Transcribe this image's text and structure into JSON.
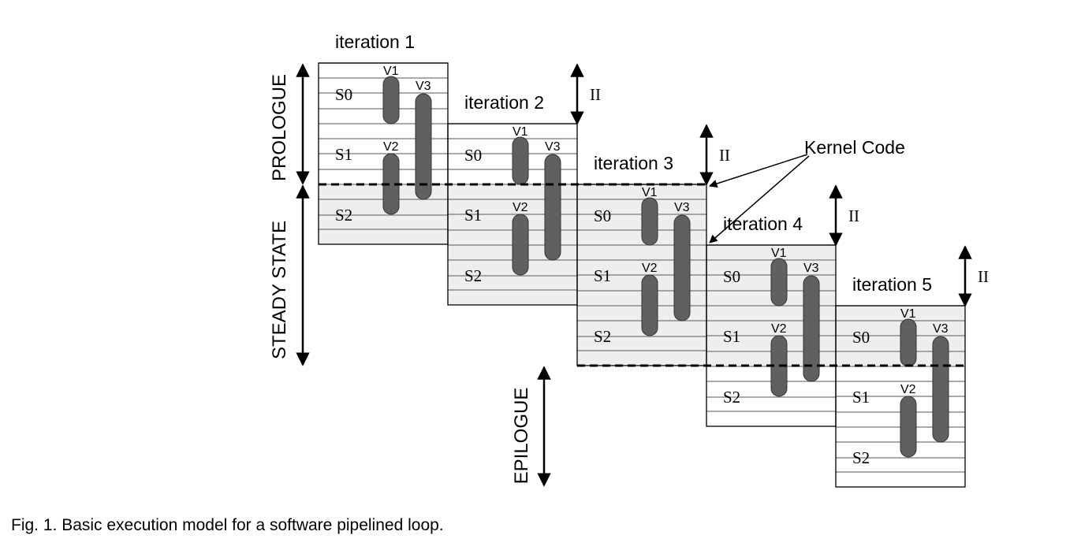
{
  "diagram": {
    "iterations": [
      {
        "title": "iteration 1",
        "stages": [
          "S0",
          "S1",
          "S2"
        ],
        "values": [
          "V1",
          "V2",
          "V3"
        ]
      },
      {
        "title": "iteration 2",
        "stages": [
          "S0",
          "S1",
          "S2"
        ],
        "values": [
          "V1",
          "V2",
          "V3"
        ]
      },
      {
        "title": "iteration 3",
        "stages": [
          "S0",
          "S1",
          "S2"
        ],
        "values": [
          "V1",
          "V2",
          "V3"
        ]
      },
      {
        "title": "iteration 4",
        "stages": [
          "S0",
          "S1",
          "S2"
        ],
        "values": [
          "V1",
          "V2",
          "V3"
        ]
      },
      {
        "title": "iteration 5",
        "stages": [
          "S0",
          "S1",
          "S2"
        ],
        "values": [
          "V1",
          "V2",
          "V3"
        ]
      }
    ],
    "ii_label": "II",
    "phases": {
      "prologue": "PROLOGUE",
      "steady_state": "STEADY STATE",
      "epilogue": "EPILOGUE"
    },
    "kernel_label": "Kernel Code"
  },
  "caption": "Fig. 1. Basic execution model for a software pipelined loop.",
  "colors": {
    "lifetime_bar": "#606060",
    "kernel_shade": "#eeeeee",
    "line": "#000000",
    "row_line": "#777777"
  }
}
